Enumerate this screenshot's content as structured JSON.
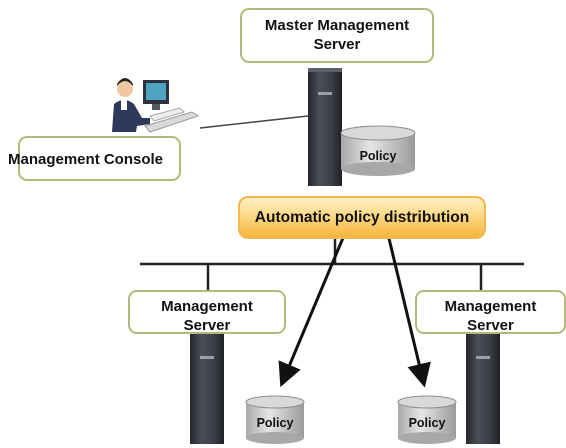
{
  "master_server": {
    "label_line1": "Master Management",
    "label_line2": "Server"
  },
  "management_console": {
    "label": "Management Console"
  },
  "distribution": {
    "label": "Automatic policy distribution"
  },
  "management_servers": [
    {
      "label_line1": "Management",
      "label_line2": "Server"
    },
    {
      "label_line1": "Management",
      "label_line2": "Server"
    }
  ],
  "policy_stores": [
    {
      "label": "Policy"
    },
    {
      "label": "Policy"
    },
    {
      "label": "Policy"
    }
  ],
  "colors": {
    "label_border": "#b5b87a",
    "distribution_fill": "#fbd37a",
    "distribution_border": "#f1b74e",
    "server_body": "#3a3d44",
    "database_fill": "#c8c8c8",
    "line": "#222222"
  }
}
